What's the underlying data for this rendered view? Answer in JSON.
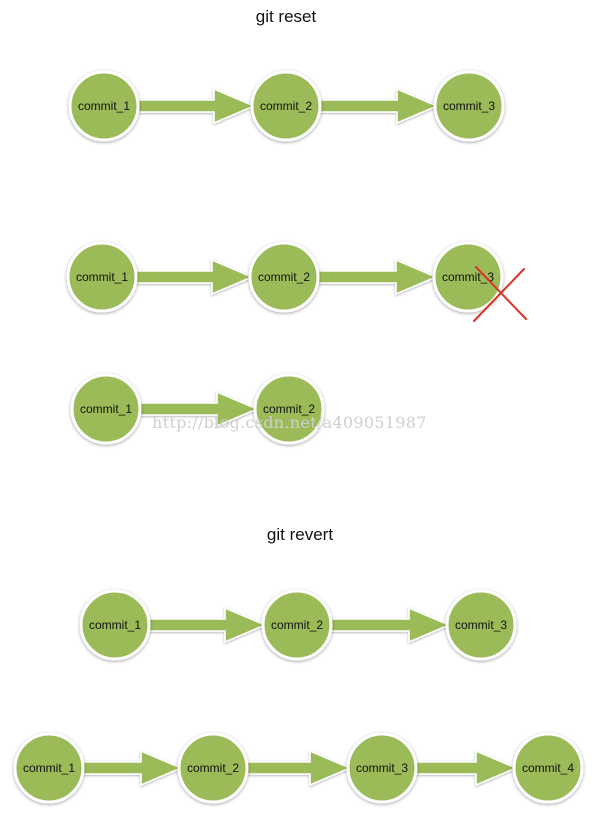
{
  "colors": {
    "node_fill": "#9bbb59",
    "node_ring": "#ffffff",
    "arrow_fill": "#9bbb59",
    "cross_stroke": "#d9332b"
  },
  "sections": {
    "reset_title": "git reset",
    "revert_title": "git revert"
  },
  "watermark": "http://blog.csdn.net/a409051987",
  "rows": [
    {
      "id": "reset-before",
      "nodes": [
        "commit_1",
        "commit_2",
        "commit_3"
      ]
    },
    {
      "id": "reset-marked",
      "nodes": [
        "commit_1",
        "commit_2",
        "commit_3"
      ],
      "crossed_node": "commit_3"
    },
    {
      "id": "reset-after",
      "nodes": [
        "commit_1",
        "commit_2"
      ]
    },
    {
      "id": "revert-before",
      "nodes": [
        "commit_1",
        "commit_2",
        "commit_3"
      ]
    },
    {
      "id": "revert-after",
      "nodes": [
        "commit_1",
        "commit_2",
        "commit_3",
        "commit_4"
      ]
    }
  ]
}
